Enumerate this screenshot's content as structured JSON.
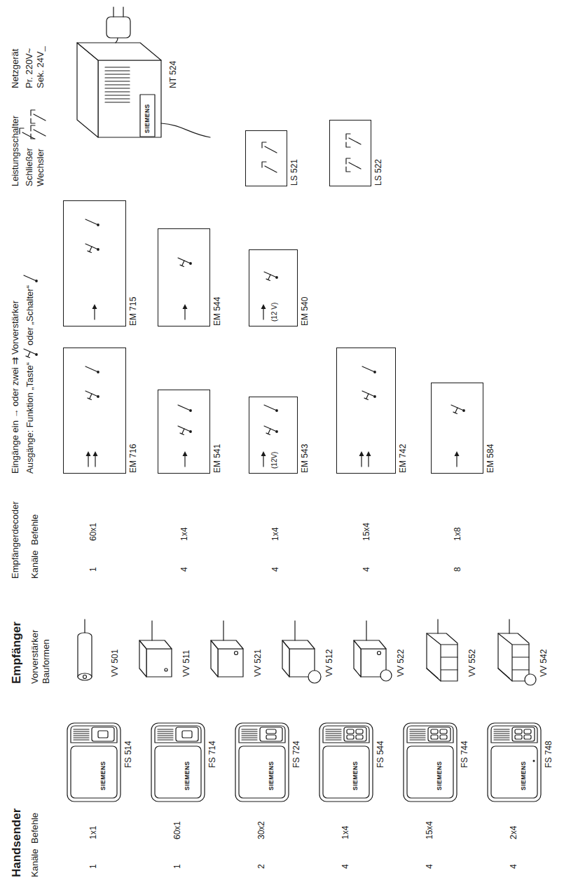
{
  "diagram": {
    "nodes": [
      {
        "text": [
          "EM 716"
        ]
      },
      {
        "text": [
          "EM 715"
        ]
      },
      {
        "text": [
          "EM 541"
        ]
      },
      {
        "text": [
          "EM 544"
        ]
      },
      {
        "text": [
          "(12V)",
          "EM 543"
        ]
      },
      {
        "text": [
          "(12 V)",
          "EM 540"
        ]
      },
      {
        "text": [
          "EM 742"
        ]
      },
      {
        "text": [
          "EM 584"
        ]
      },
      {
        "text": [
          "LS 521"
        ]
      },
      {
        "text": [
          "LS 522"
        ]
      }
    ],
    "labels": [
      "Handsender",
      "Kanäle",
      "Befehle",
      "1",
      "1x1",
      "FS 514",
      "SIEMENS",
      "1",
      "60x1",
      "FS 714",
      "SIEMENS",
      "2",
      "30x2",
      "FS 724",
      "SIEMENS",
      "4",
      "1x4",
      "FS 544",
      "SIEMENS",
      "4",
      "15x4",
      "FS 744",
      "SIEMENS",
      "4",
      "2x4",
      "FS 748",
      "SIEMENS",
      "Empfänger",
      "Vorverstärker",
      "Bauformen",
      "VV 501",
      "VV 511",
      "VV 521",
      "VV 512",
      "VV 522",
      "VV 552",
      "VV 542",
      "Empfängerdecoder",
      "Kanäle",
      "Befehle",
      "1",
      "60x1",
      "4",
      "1x4",
      "4",
      "1x4",
      "4",
      "15x4",
      "8",
      "1x8",
      "Eingänge ein → oder zwei ⇉ Vorverstärker",
      "Ausgänge: Funktion „Taste“",
      "oder „Schalter“",
      "Leistungsschalter",
      "Schließer",
      "Wechsler",
      "Netzgerät",
      "Pr. 220V~",
      "Sek. 24V_",
      "NT 524",
      "SIEMENS"
    ]
  }
}
